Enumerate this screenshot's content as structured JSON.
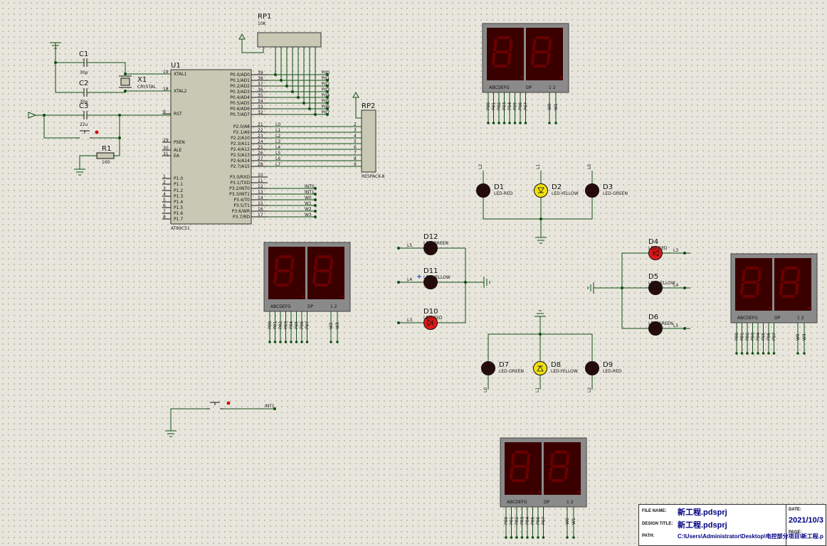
{
  "components": {
    "rp1": {
      "ref": "RP1",
      "value": "10K"
    },
    "rp2": {
      "ref": "RP2",
      "value": "RESPACK-8"
    },
    "u1": {
      "ref": "U1",
      "value": "AT89C51"
    },
    "c1": {
      "ref": "C1",
      "value": "30p"
    },
    "c2": {
      "ref": "C2",
      "value": "30p"
    },
    "c3": {
      "ref": "C3",
      "value": "22u"
    },
    "x1": {
      "ref": "X1",
      "value": "CRYSTAL"
    },
    "r1": {
      "ref": "R1",
      "value": "100"
    }
  },
  "mcu": {
    "left_pins": [
      {
        "num": "19",
        "name": "XTAL1"
      },
      {
        "num": "18",
        "name": "XTAL2"
      },
      {
        "num": "9",
        "name": "RST"
      },
      {
        "num": "29",
        "name": "PSEN"
      },
      {
        "num": "30",
        "name": "ALE"
      },
      {
        "num": "31",
        "name": "EA"
      },
      {
        "num": "1",
        "name": "P1.0"
      },
      {
        "num": "2",
        "name": "P1.1"
      },
      {
        "num": "3",
        "name": "P1.2"
      },
      {
        "num": "4",
        "name": "P1.3"
      },
      {
        "num": "5",
        "name": "P1.4"
      },
      {
        "num": "6",
        "name": "P1.5"
      },
      {
        "num": "7",
        "name": "P1.6"
      },
      {
        "num": "8",
        "name": "P1.7"
      }
    ],
    "p0_pins": [
      {
        "num": "39",
        "name": "P0.0/AD0",
        "net": "P00"
      },
      {
        "num": "38",
        "name": "P0.1/AD1",
        "net": "P01"
      },
      {
        "num": "37",
        "name": "P0.2/AD2",
        "net": "P02"
      },
      {
        "num": "36",
        "name": "P0.3/AD3",
        "net": "P03"
      },
      {
        "num": "35",
        "name": "P0.4/AD4",
        "net": "P04"
      },
      {
        "num": "34",
        "name": "P0.5/AD5",
        "net": "P05"
      },
      {
        "num": "33",
        "name": "P0.6/AD6",
        "net": "P06"
      },
      {
        "num": "32",
        "name": "P0.7/AD7",
        "net": "P07"
      }
    ],
    "p2_pins": [
      {
        "num": "21",
        "name": "P2.0/A8",
        "net": "L0"
      },
      {
        "num": "22",
        "name": "P2.1/A9",
        "net": "L1"
      },
      {
        "num": "23",
        "name": "P2.2/A10",
        "net": "L2"
      },
      {
        "num": "24",
        "name": "P2.3/A11",
        "net": "L3"
      },
      {
        "num": "25",
        "name": "P2.4/A12",
        "net": "L4"
      },
      {
        "num": "26",
        "name": "P2.5/A13",
        "net": "L5"
      },
      {
        "num": "27",
        "name": "P2.6/A14",
        "net": "L6"
      },
      {
        "num": "28",
        "name": "P2.7/A15",
        "net": "L7"
      }
    ],
    "p3_pins": [
      {
        "num": "10",
        "name": "P3.0/RXD",
        "net": ""
      },
      {
        "num": "11",
        "name": "P3.1/TXD",
        "net": ""
      },
      {
        "num": "12",
        "name": "P3.2/INT0",
        "net": "INT0"
      },
      {
        "num": "13",
        "name": "P3.3/INT1",
        "net": "INT1"
      },
      {
        "num": "14",
        "name": "P3.4/T0",
        "net": "W0"
      },
      {
        "num": "15",
        "name": "P3.5/T1",
        "net": "W1"
      },
      {
        "num": "16",
        "name": "P3.6/WR",
        "net": "W2"
      },
      {
        "num": "17",
        "name": "P3.7/RD",
        "net": "W3"
      }
    ],
    "rp2_pins": [
      "2",
      "3",
      "4",
      "5",
      "6",
      "7",
      "8",
      "9"
    ]
  },
  "leds": [
    {
      "id": "d1",
      "ref": "D1",
      "type": "LED-RED",
      "color": "#e01818",
      "net": "L2",
      "lit": false
    },
    {
      "id": "d2",
      "ref": "D2",
      "type": "LED-YELLOW",
      "color": "#f2e010",
      "net": "L1",
      "lit": true
    },
    {
      "id": "d3",
      "ref": "D3",
      "type": "LED-GREEN",
      "color": "#1db31d",
      "net": "L0",
      "lit": false
    },
    {
      "id": "d4",
      "ref": "D4",
      "type": "LED-RED",
      "color": "#e01818",
      "net": "L3",
      "lit": true
    },
    {
      "id": "d5",
      "ref": "D5",
      "type": "LED-YELLOW",
      "color": "#f2e010",
      "net": "L4",
      "lit": false
    },
    {
      "id": "d6",
      "ref": "D6",
      "type": "LED-GREEN",
      "color": "#1db31d",
      "net": "L5",
      "lit": false
    },
    {
      "id": "d7",
      "ref": "D7",
      "type": "LED-GREEN",
      "color": "#1db31d",
      "net": "L0",
      "lit": false
    },
    {
      "id": "d8",
      "ref": "D8",
      "type": "LED-YELLOW",
      "color": "#f2e010",
      "net": "L1",
      "lit": true
    },
    {
      "id": "d9",
      "ref": "D9",
      "type": "LED-RED",
      "color": "#e01818",
      "net": "L2",
      "lit": false
    },
    {
      "id": "d10",
      "ref": "D10",
      "type": "LED-RED",
      "color": "#e01818",
      "net": "L3",
      "lit": true
    },
    {
      "id": "d11",
      "ref": "D11",
      "type": "LED-YELLOW",
      "color": "#f2e010",
      "net": "L4",
      "lit": false
    },
    {
      "id": "d12",
      "ref": "D12",
      "type": "LED-GREEN",
      "color": "#1db31d",
      "net": "L5",
      "lit": false
    }
  ],
  "seven_segment": {
    "seg_label": "ABCDEFG",
    "dp_label": "DP",
    "digit_label": "1 2",
    "segment_nets": [
      "P00",
      "P01",
      "P02",
      "P03",
      "P04",
      "P05",
      "P06",
      "P07"
    ],
    "digit_nets_top": [
      "W0",
      "W1"
    ],
    "digit_nets_right": [
      "W0",
      "W3"
    ],
    "digit_nets_bottom": [
      "W0",
      "W1"
    ],
    "digit_nets_left": [
      "W2",
      "W3"
    ]
  },
  "button_net": "INT1",
  "title_block": {
    "file_name_label": "FILE NAME:",
    "file_name": "新工程.pdsprj",
    "design_title_label": "DESIGN TITLE:",
    "design_title": "新工程.pdsprj",
    "path_label": "PATH:",
    "path": "C:\\Users\\Administrator\\Desktop\\电控部分项目\\新工程.p",
    "date_label": "DATE:",
    "date": "2021/10/3",
    "page_label": "PAGE:"
  }
}
